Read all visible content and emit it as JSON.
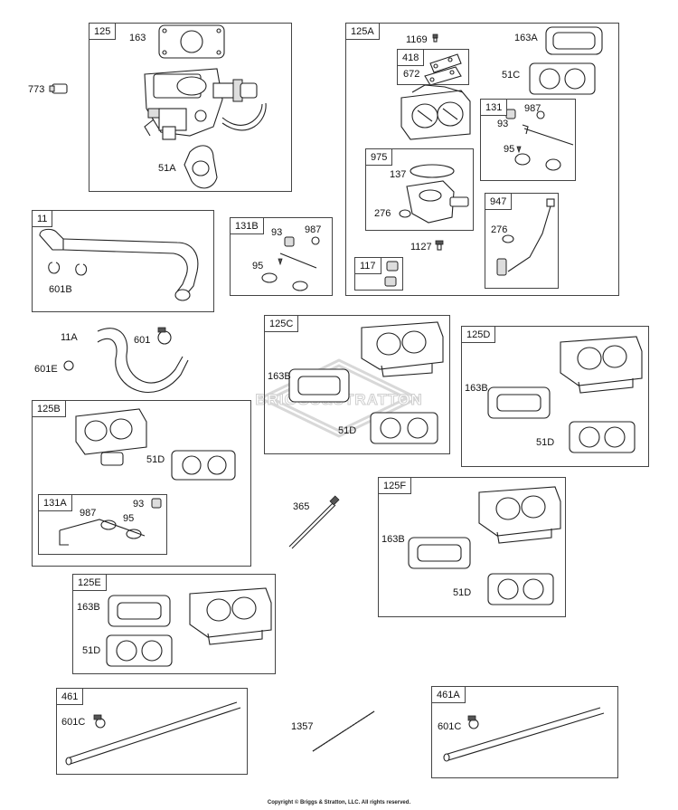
{
  "boxes": {
    "b125": "125",
    "b125A": "125A",
    "b418": "418",
    "b131": "131",
    "b975": "975",
    "b947": "947",
    "b117": "117",
    "b11": "11",
    "b131B": "131B",
    "b125C": "125C",
    "b125D": "125D",
    "b125B": "125B",
    "b131A": "131A",
    "b125F": "125F",
    "b125E": "125E",
    "b461": "461",
    "b461A": "461A"
  },
  "parts": {
    "p163": "163",
    "p773": "773",
    "p51A": "51A",
    "p1169": "1169",
    "p163A": "163A",
    "p672": "672",
    "p51C": "51C",
    "p987a": "987",
    "p93a": "93",
    "p95a": "95",
    "p137": "137",
    "p276a": "276",
    "p276b": "276",
    "p1127": "1127",
    "p601B": "601B",
    "p93b": "93",
    "p987b": "987",
    "p95b": "95",
    "p11A": "11A",
    "p601": "601",
    "p601E": "601E",
    "p163Ba": "163B",
    "p51Da": "51D",
    "p163Bb": "163B",
    "p51Db": "51D",
    "p51Dc": "51D",
    "p93c": "93",
    "p987c": "987",
    "p95c": "95",
    "p365": "365",
    "p163Bc": "163B",
    "p51Dd": "51D",
    "p163Bd": "163B",
    "p51De": "51D",
    "p601Ca": "601C",
    "p1357": "1357",
    "p601Cb": "601C"
  },
  "watermark": "BRIGGS&STRATTON",
  "copyright": "Copyright © Briggs & Stratton, LLC. All rights reserved."
}
